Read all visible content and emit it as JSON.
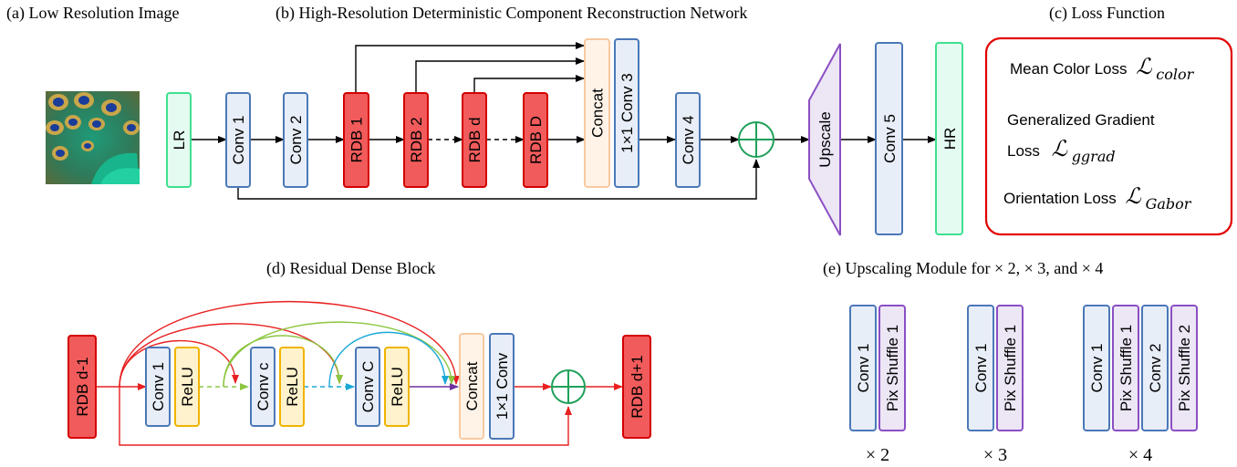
{
  "titles": {
    "a": "(a) Low Resolution Image",
    "b": "(b) High-Resolution Deterministic Component Reconstruction Network",
    "c": "(c) Loss Function",
    "d": "(d) Residual Dense Block",
    "e": "(e) Upscaling Module for × 2, × 3, and × 4"
  },
  "network_blocks": {
    "lr": "LR",
    "conv1": "Conv 1",
    "conv2": "Conv 2",
    "rdb1": "RDB 1",
    "rdb2": "RDB 2",
    "rdbd": "RDB d",
    "rdbD": "RDB D",
    "concat": "Concat",
    "conv1x1": "1×1 Conv 3",
    "conv4": "Conv 4",
    "upscale": "Upscale",
    "conv5": "Conv 5",
    "hr": "HR"
  },
  "loss_function": {
    "color_label": "Mean Color Loss",
    "color_symbol": "ℒ",
    "color_sub": "color",
    "grad_label_line1": "Generalized Gradient",
    "grad_label_line2": "Loss",
    "grad_symbol": "ℒ",
    "grad_sub": "ggrad",
    "gabor_label": "Orientation Loss",
    "gabor_symbol": "ℒ",
    "gabor_sub": "Gabor"
  },
  "rdb_blocks": {
    "input": "RDB d-1",
    "conv1": "Conv 1",
    "relu1": "ReLU",
    "convc": "Conv c",
    "relu2": "ReLU",
    "convC": "Conv C",
    "relu3": "ReLU",
    "concat": "Concat",
    "conv1x1": "1×1 Conv",
    "output": "RDB d+1"
  },
  "upscaling": {
    "x2": {
      "conv": "Conv 1",
      "shuffle": "Pix Shuffle 1",
      "label": "× 2"
    },
    "x3": {
      "conv": "Conv 1",
      "shuffle": "Pix Shuffle 1",
      "label": "× 3"
    },
    "x4": {
      "conv1": "Conv 1",
      "shuffle1": "Pix Shuffle 1",
      "conv2": "Conv 2",
      "shuffle2": "Pix Shuffle 2",
      "label": "× 4"
    }
  },
  "colors": {
    "conv_fill": "#e8eef7",
    "conv_stroke": "#4a78b8",
    "rdb_fill": "#f25b5b",
    "rdb_stroke": "#d40000",
    "lr_fill": "#e4fbf1",
    "lr_stroke": "#3fe08f",
    "concat_fill": "#fff3e8",
    "concat_stroke": "#f7c9a0",
    "relu_fill": "#fff2cc",
    "relu_stroke": "#f0b400",
    "upscale_fill": "#ece6f5",
    "upscale_stroke": "#8b4fc4",
    "sum_stroke": "#1fa05a",
    "loss_stroke": "#e20000",
    "arc_red": "#e82020",
    "arc_green": "#8cc640",
    "arc_blue": "#1aa8d8",
    "arc_purple": "#7030a0"
  }
}
